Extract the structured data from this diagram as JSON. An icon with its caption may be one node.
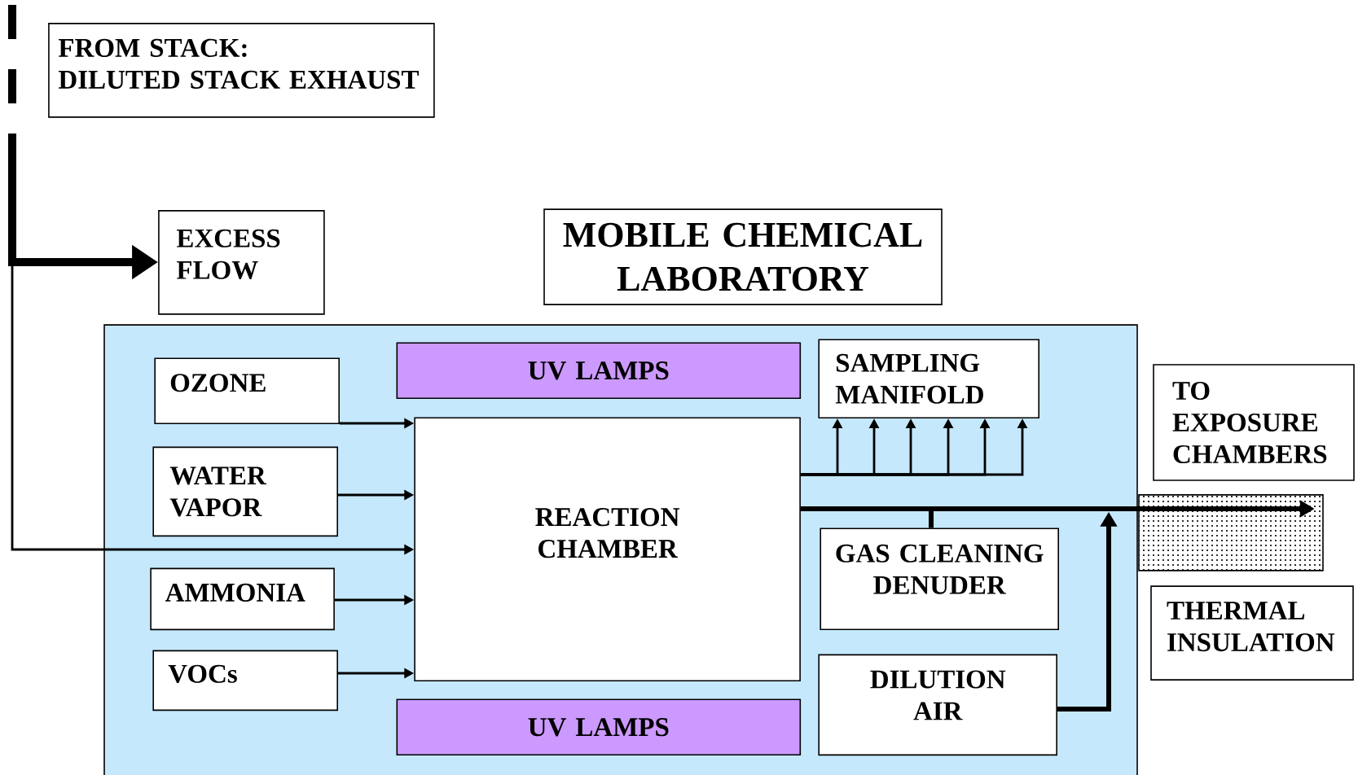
{
  "diagram": {
    "nodes": [
      {
        "text": [
          "FROM STACK:",
          "DILUTED STACK EXHAUST"
        ]
      },
      {
        "text": [
          "EXCESS FLOW"
        ]
      },
      {
        "text": [
          "MOBILE CHEMICAL LABORATORY"
        ]
      },
      {
        "text": [],
        "shape": "box"
      },
      {
        "text": [
          "OZONE"
        ],
        "in": 3
      },
      {
        "text": [
          "WATER VAPOR"
        ],
        "in": 3
      },
      {
        "text": [
          "AMMONIA"
        ],
        "in": 3
      },
      {
        "text": [
          "VOCs"
        ],
        "in": 3
      },
      {
        "text": [
          "UV LAMPS"
        ],
        "in": 3
      },
      {
        "text": [
          "REACTION CHAMBER"
        ],
        "in": 3
      },
      {
        "text": [
          "UV LAMPS"
        ],
        "in": 3
      },
      {
        "text": [
          "SAMPLING MANIFOLD"
        ],
        "in": 3
      },
      {
        "text": [
          "GAS CLEANING DENUDER"
        ],
        "in": 3
      },
      {
        "text": [
          "DILUTION AIR"
        ],
        "in": 3
      },
      {
        "text": [
          "TO EXPOSURE CHAMBERS"
        ]
      },
      {
        "text": [],
        "shape": "box"
      },
      {
        "text": [
          "THERMAL INSULATION"
        ]
      }
    ],
    "edges": [
      {
        "from": null,
        "to": 1,
        "arrow": "to",
        "style": "thick"
      },
      {
        "from": null,
        "to": 9,
        "arrow": "to"
      },
      {
        "from": 4,
        "to": 9,
        "arrow": "to"
      },
      {
        "from": 5,
        "to": 9,
        "arrow": "to"
      },
      {
        "from": 6,
        "to": 9,
        "arrow": "to"
      },
      {
        "from": 7,
        "to": 9,
        "arrow": "to"
      },
      {
        "from": 9,
        "to": 11,
        "arrow": "to"
      },
      {
        "from": 9,
        "to": 11,
        "arrow": "to"
      },
      {
        "from": 9,
        "to": 11,
        "arrow": "to"
      },
      {
        "from": 9,
        "to": 11,
        "arrow": "to"
      },
      {
        "from": 9,
        "to": 11,
        "arrow": "to"
      },
      {
        "from": 9,
        "to": 11,
        "arrow": "to"
      },
      {
        "from": 9,
        "to": 15,
        "arrow": "to",
        "style": "thick"
      },
      {
        "from": 12,
        "to": 9,
        "arrow": "none",
        "style": "thick"
      },
      {
        "from": 13,
        "to": 15,
        "arrow": "to",
        "style": "thick"
      }
    ]
  }
}
